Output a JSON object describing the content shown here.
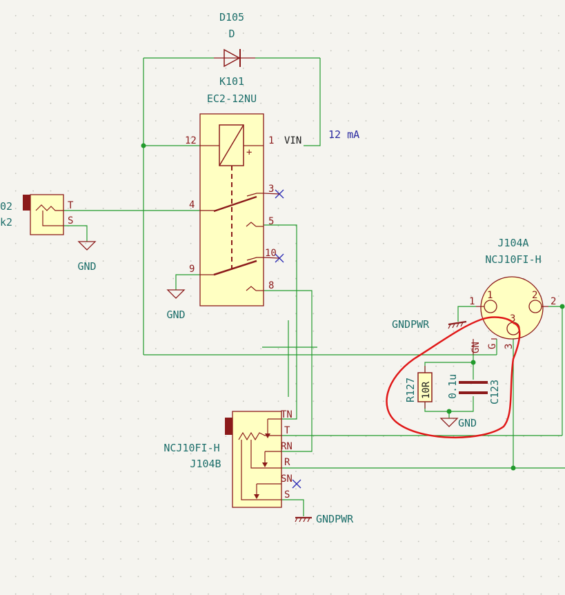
{
  "components": {
    "diode": {
      "ref": "D105",
      "value": "D"
    },
    "relay": {
      "ref": "K101",
      "value": "EC2-12NU",
      "pins": {
        "p12": "12",
        "p1": "1",
        "p3": "3",
        "p4": "4",
        "p5": "5",
        "p10": "10",
        "p9": "9",
        "p8": "8"
      },
      "plus": "+"
    },
    "connector_left": {
      "ref_partial": "02",
      "value_partial": "k2",
      "pin_t": "T",
      "pin_s": "S"
    },
    "xlr": {
      "ref": "J104A",
      "value": "NCJ10FI-H",
      "pins": {
        "p1": "1",
        "p2": "2",
        "p3": "3"
      }
    },
    "jack": {
      "ref": "J104B",
      "value": "NCJ10FI-H",
      "pins": {
        "tn": "TN",
        "t": "T",
        "rn": "RN",
        "r": "R",
        "sn": "SN",
        "s": "S"
      }
    },
    "resistor": {
      "ref": "R127",
      "value": "10R"
    },
    "capacitor": {
      "ref": "C123",
      "value": "0.1u"
    }
  },
  "nets": {
    "vin": "VIN",
    "gnd_left": "GND",
    "gnd_relay": "GND",
    "gnd_rc": "GND",
    "gndpwr_top": "GNDPWR",
    "gndpwr_bottom": "GNDPWR"
  },
  "pin_labels_small": {
    "xlr_pin1": "1",
    "xlr_pin2": "2",
    "xlr_pin3": "3",
    "gn": "GN",
    "g": "G"
  },
  "annotations": {
    "current": "12 mA"
  },
  "colors": {
    "wire": "#229a2c",
    "body": "#ffffc2",
    "outline": "#8b1a1a",
    "highlight": "#e01818"
  }
}
